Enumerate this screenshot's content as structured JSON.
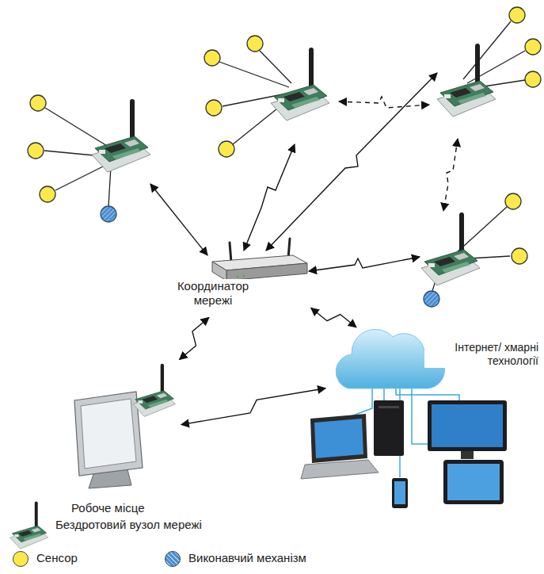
{
  "diagram": {
    "nodes": [
      {
        "text": [
          "Координатор мережі"
        ]
      },
      {
        "text": [
          "Інтернет/ хмарні технології"
        ]
      },
      {
        "text": [
          "Робоче місце"
        ]
      }
    ],
    "edges": [
      {
        "from": 0,
        "to": 2,
        "arrow": "both"
      },
      {
        "from": 0,
        "to": 1,
        "arrow": "both"
      },
      {
        "from": 2,
        "to": 1,
        "arrow": "both"
      }
    ],
    "legend": [
      {
        "text": "Бездротовий вузол мережі"
      },
      {
        "text": "Сенсор",
        "color": "#fbe94b"
      },
      {
        "text": "Виконавчий механізм",
        "color": "#4a8fd0"
      }
    ]
  }
}
